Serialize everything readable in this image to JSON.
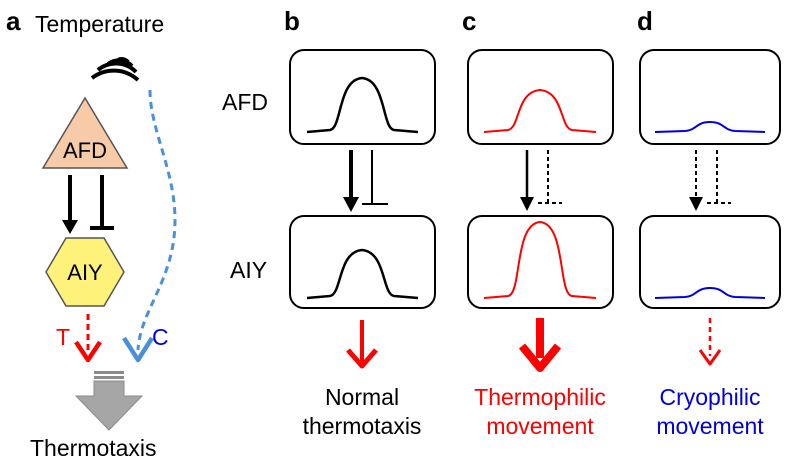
{
  "panels": {
    "a": {
      "letter": "a",
      "top_label": "Temperature",
      "node_afd": "AFD",
      "node_aiy": "AIY",
      "path_t": "T",
      "path_c": "C",
      "bottom_label": "Thermotaxis"
    },
    "b": {
      "letter": "b",
      "caption_line1": "Normal",
      "caption_line2": "thermotaxis"
    },
    "c": {
      "letter": "c",
      "caption_line1": "Thermophilic",
      "caption_line2": "movement"
    },
    "d": {
      "letter": "d",
      "caption_line1": "Cryophilic",
      "caption_line2": "movement"
    }
  },
  "row_labels": {
    "afd": "AFD",
    "aiy": "AIY"
  },
  "colors": {
    "black": "#000000",
    "red": "#ff0000",
    "blue": "#0000dd",
    "dashed_blue": "#4a90d9",
    "afd_fill": "#f8cba8",
    "aiy_fill": "#fff27a",
    "output_arrow_gray": "#a6a6a6"
  },
  "icons": {
    "temperature": "heat-wave-icon"
  }
}
